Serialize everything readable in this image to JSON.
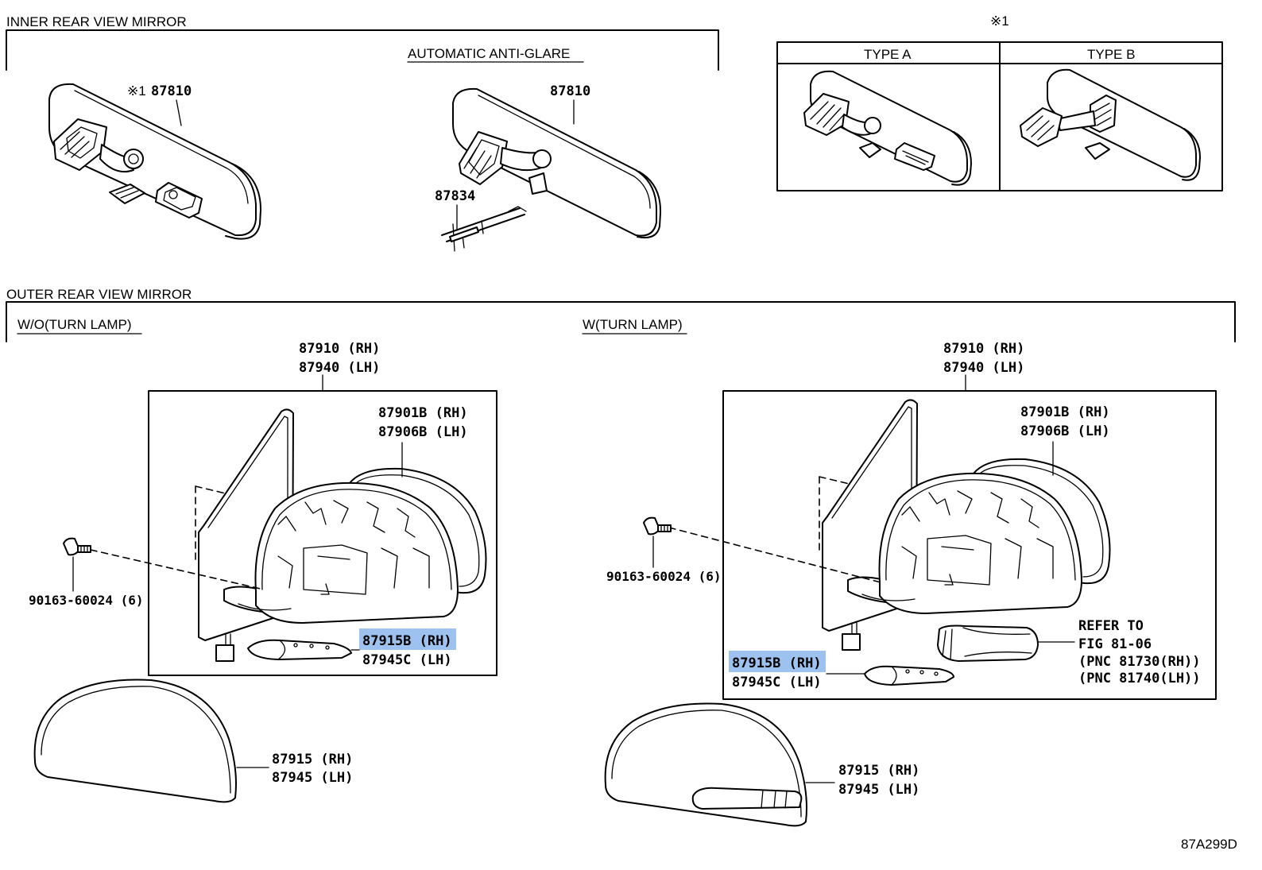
{
  "inner_section": {
    "title": "INNER REAR VIEW MIRROR",
    "anti_glare_label": "AUTOMATIC ANTI-GLARE",
    "standard_mirror": {
      "note_mark": "※1",
      "part_no": "87810"
    },
    "anti_glare_mirror": {
      "part_no": "87810",
      "clip_part_no": "87834"
    },
    "variants": {
      "note_mark": "※1",
      "type_a": "TYPE A",
      "type_b": "TYPE B"
    }
  },
  "outer_section": {
    "title": "OUTER REAR VIEW MIRROR",
    "without_turn_lamp": {
      "heading": "W/O(TURN LAMP)",
      "assembly": [
        "87910 (RH)",
        "87940 (LH)"
      ],
      "mirror_glass": [
        "87901B (RH)",
        "87906B (LH)"
      ],
      "screw": "90163-60024 (6)",
      "heater": [
        "87915B (RH)",
        "87945C (LH)"
      ],
      "cover": [
        "87915 (RH)",
        "87945 (LH)"
      ]
    },
    "with_turn_lamp": {
      "heading": "W(TURN LAMP)",
      "assembly": [
        "87910 (RH)",
        "87940 (LH)"
      ],
      "mirror_glass": [
        "87901B (RH)",
        "87906B (LH)"
      ],
      "screw": "90163-60024 (6)",
      "heater": [
        "87915B (RH)",
        "87945C (LH)"
      ],
      "cover": [
        "87915 (RH)",
        "87945 (LH)"
      ],
      "turn_lamp_ref": [
        "REFER TO",
        "FIG 81-06",
        "(PNC 81730(RH))",
        "(PNC 81740(LH))"
      ]
    }
  },
  "figure_code": "87A299D",
  "colors": {
    "ink": "#000000",
    "highlight": "#9ec2f0",
    "background": "#ffffff"
  }
}
